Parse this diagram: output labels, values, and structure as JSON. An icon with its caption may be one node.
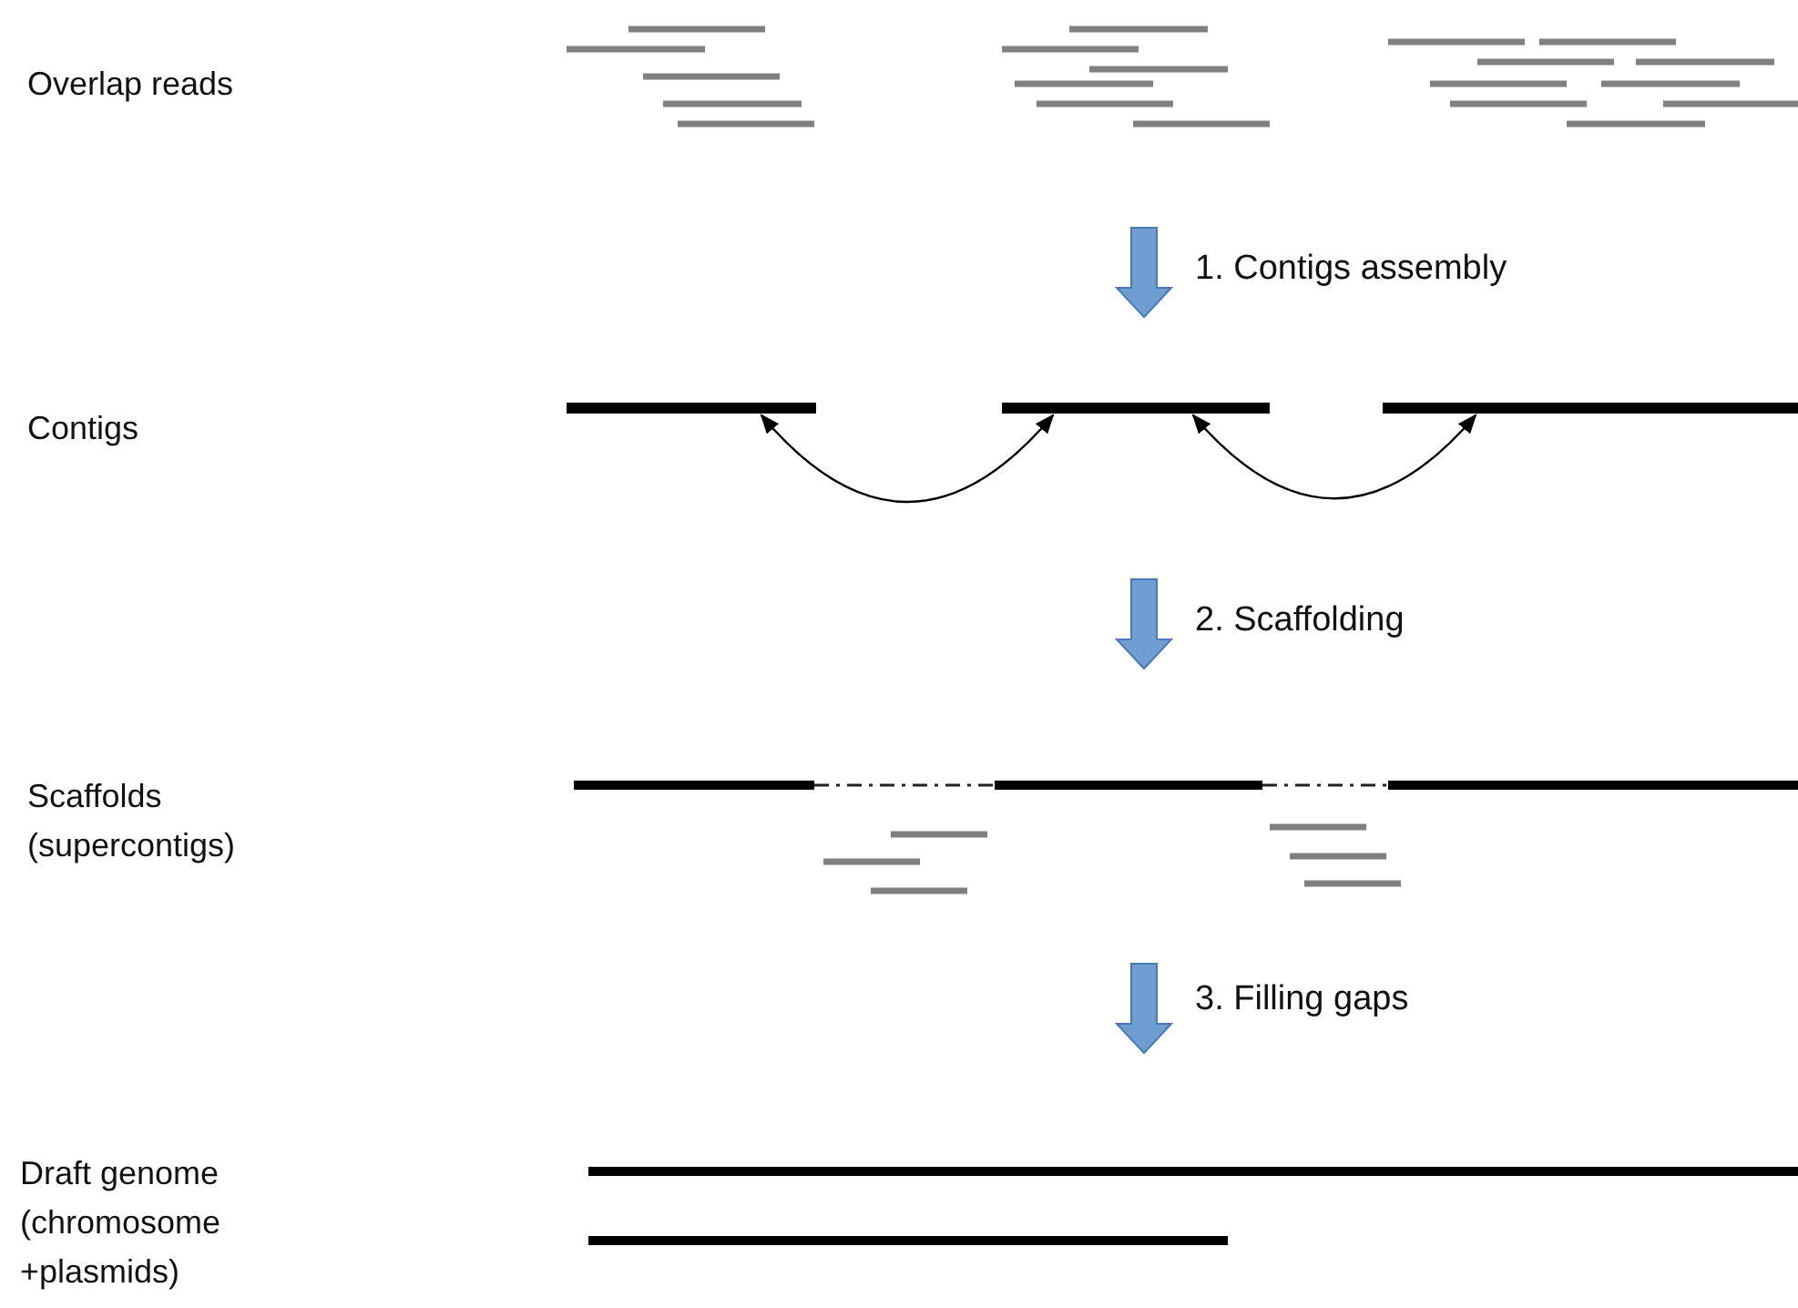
{
  "diagram": {
    "nodes": [
      {
        "text": [],
        "shape": "bar"
      },
      {
        "text": [],
        "shape": "bar"
      },
      {
        "text": [],
        "shape": "bar"
      }
    ],
    "edges": [
      {
        "from": 0,
        "to": 1,
        "arrow": "both"
      },
      {
        "from": 1,
        "to": 2,
        "arrow": "both"
      }
    ],
    "labels": [
      "Overlap reads",
      "1. Contigs assembly",
      "Contigs",
      "2. Scaffolding",
      "Scaffolds (supercontigs)",
      "3. Filling gaps",
      "Draft genome (chromosome +plasmids)"
    ]
  }
}
